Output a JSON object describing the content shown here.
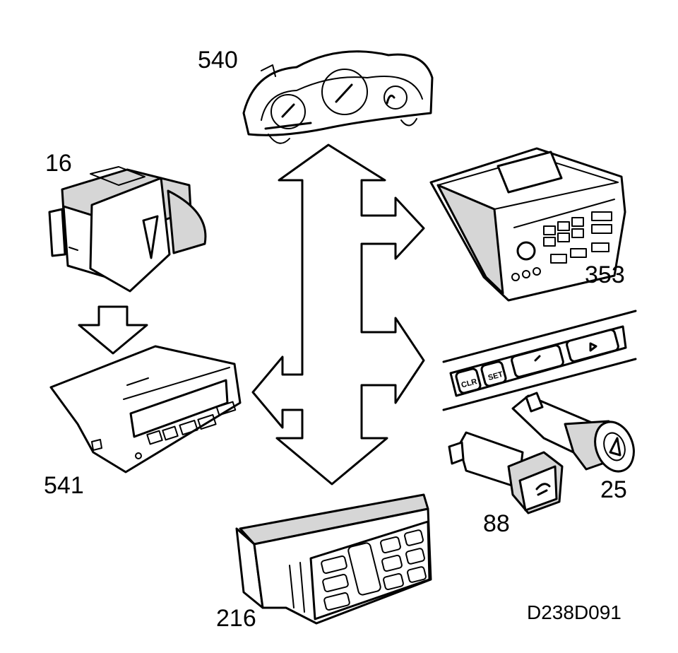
{
  "components": {
    "instrument_cluster": "540",
    "dimmer_switch": "16",
    "audio_unit": "353",
    "info_display": "541",
    "control_panel_buttons": [
      "CLR",
      "SET"
    ],
    "cigarette_lighter": "25",
    "fog_light_switch": "88",
    "climate_control": "216"
  },
  "drawing_code": "D238D091"
}
